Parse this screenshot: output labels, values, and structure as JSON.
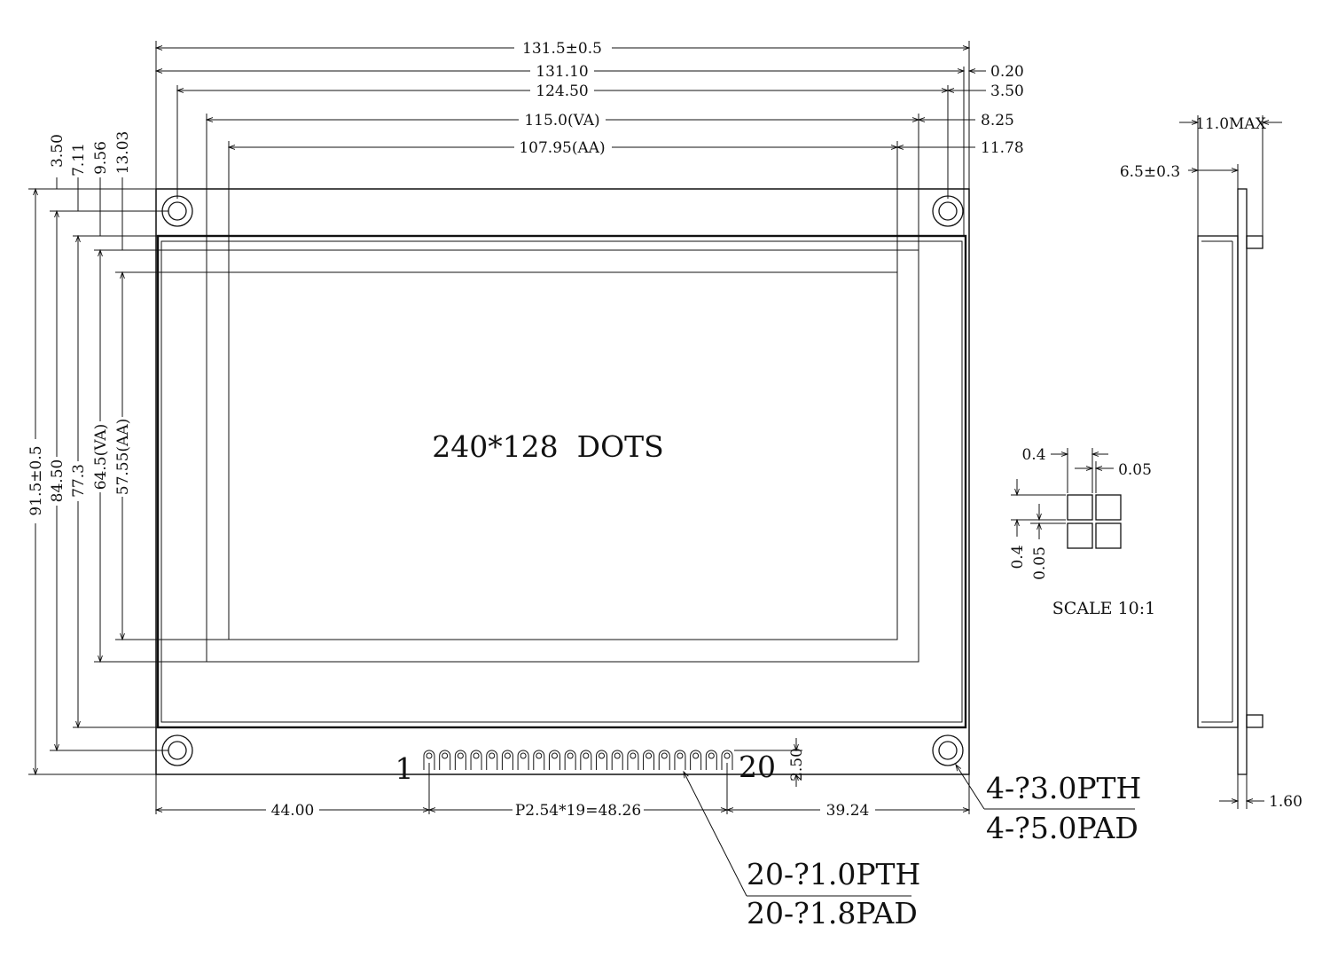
{
  "front_view": {
    "title": "240*128  DOTS",
    "dims_top": {
      "overall": "131.5±0.5",
      "inner_131": "131.10",
      "holes_pitch": "124.50",
      "va": "115.0(VA)",
      "aa": "107.95(AA)"
    },
    "dims_right": {
      "d020": "0.20",
      "d350": "3.50",
      "d825": "8.25",
      "d1178": "11.78"
    },
    "dims_left_top": {
      "d350": "3.50",
      "d711": "7.11",
      "d956": "9.56",
      "d1303": "13.03"
    },
    "dims_left": {
      "overall": "91.5±0.5",
      "holes_pitch": "84.50",
      "inner": "77.3",
      "va": "64.5(VA)",
      "aa": "57.55(AA)"
    },
    "dims_bottom": {
      "left": "44.00",
      "pitch": "P2.54*19=48.26",
      "right": "39.24",
      "pin_offset": "2.50"
    },
    "pins": {
      "first_label": "1",
      "last_label": "20",
      "count": 20
    },
    "callouts": {
      "mount_pth": "4-?3.0PTH",
      "mount_pad": "4-?5.0PAD",
      "pin_pth": "20-?1.0PTH",
      "pin_pad": "20-?1.8PAD"
    }
  },
  "dot_detail": {
    "d04_top": "0.4",
    "d005_top": "0.05",
    "d04_left": "0.4",
    "d005_left": "0.05",
    "scale": "SCALE 10:1"
  },
  "side_view": {
    "thickness_max": "11.0MAX",
    "module_thickness": "6.5±0.3",
    "pcb_thickness": "1.60"
  }
}
